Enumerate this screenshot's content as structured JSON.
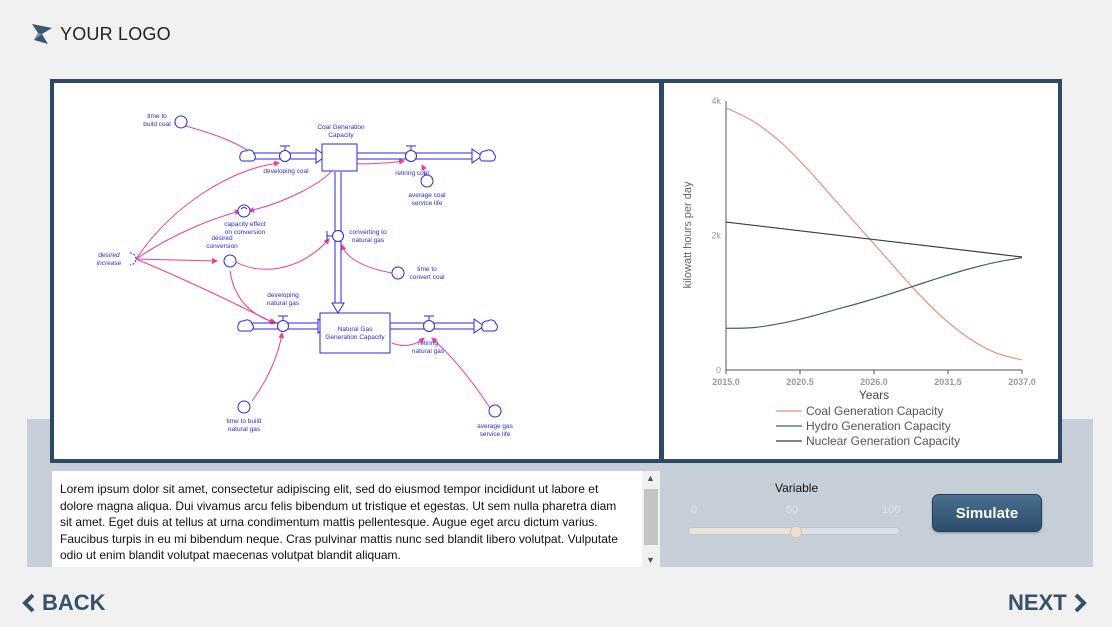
{
  "header": {
    "logo_text": "YOUR LOGO"
  },
  "diagram": {
    "stocks": [
      "Coal Generation Capacity",
      "Natural Gas Generation Capacity"
    ],
    "labels": {
      "time_to_build_coal": [
        "time to",
        "build coal"
      ],
      "coal_gen_capacity": [
        "Coal Generation",
        "Capacity"
      ],
      "developing_coal": [
        "developing coal"
      ],
      "retiring_coal": [
        "retiring coal"
      ],
      "avg_coal_life": [
        "average coal",
        "service life"
      ],
      "capacity_effect": [
        "capacity effect",
        "on conversion"
      ],
      "desired_conversion": [
        "desired",
        "conversion"
      ],
      "converting": [
        "converting to",
        "natural gas"
      ],
      "time_to_convert": [
        "time to",
        "convert coal"
      ],
      "desired_increase": [
        "desired",
        "increase"
      ],
      "developing_gas": [
        "developing",
        "natural gas"
      ],
      "gas_gen_capacity": [
        "Natural Gas",
        "Generation Capacity"
      ],
      "retiring_gas": [
        "retiring",
        "natural gas"
      ],
      "time_to_build_gas": [
        "time to build",
        "natural gas"
      ],
      "avg_gas_life": [
        "average gas",
        "service life"
      ]
    }
  },
  "chart_data": {
    "type": "line",
    "xlabel": "Years",
    "ylabel": "kilowatt hours per day",
    "xlim": [
      2015.0,
      2037.0
    ],
    "ylim": [
      0,
      4000
    ],
    "x_ticks": [
      "2015.0",
      "2020.5",
      "2026.0",
      "2031.5",
      "2037.0"
    ],
    "y_ticks": [
      "0",
      "2k",
      "4k"
    ],
    "grid": false,
    "legend_position": "bottom",
    "series": [
      {
        "name": "Coal Generation Capacity",
        "color": "#e8907a",
        "x": [
          2015,
          2017,
          2019,
          2021,
          2023,
          2025,
          2027,
          2029,
          2031,
          2033,
          2035,
          2037
        ],
        "values": [
          3900,
          3700,
          3400,
          3000,
          2550,
          2100,
          1650,
          1200,
          800,
          480,
          260,
          150
        ]
      },
      {
        "name": "Hydro Generation Capacity",
        "color": "#3e5f78",
        "x": [
          2015,
          2017,
          2019,
          2021,
          2023,
          2025,
          2027,
          2029,
          2031,
          2033,
          2035,
          2037
        ],
        "values": [
          620,
          630,
          690,
          780,
          890,
          1000,
          1120,
          1250,
          1380,
          1500,
          1600,
          1670
        ]
      },
      {
        "name": "Nuclear Generation Capacity",
        "color": "#333b44",
        "x": [
          2015,
          2037
        ],
        "values": [
          2200,
          1680
        ]
      }
    ]
  },
  "description": {
    "text": "Lorem ipsum dolor sit amet, consectetur adipiscing elit, sed do eiusmod tempor incididunt ut labore et dolore magna aliqua. Dui vivamus arcu felis bibendum ut tristique et egestas. Ut sem nulla pharetra diam sit amet. Eget duis at tellus at urna condimentum mattis pellentesque. Augue eget arcu dictum varius. Faucibus turpis in eu mi bibendum neque. Cras pulvinar mattis nunc sed blandit libero volutpat. Vulputate odio ut enim blandit volutpat maecenas volutpat blandit aliquam."
  },
  "slider": {
    "label": "Variable",
    "min_label": "0",
    "mid_label": "50",
    "max_label": "100",
    "value": 50,
    "min": 0,
    "max": 100
  },
  "buttons": {
    "simulate": "Simulate"
  },
  "nav": {
    "back": "BACK",
    "next": "NEXT"
  },
  "colors": {
    "frame": "#2c4a66",
    "accent": "#37506b",
    "flow": "#ee3d96",
    "diagram": "#2a2ae0"
  }
}
